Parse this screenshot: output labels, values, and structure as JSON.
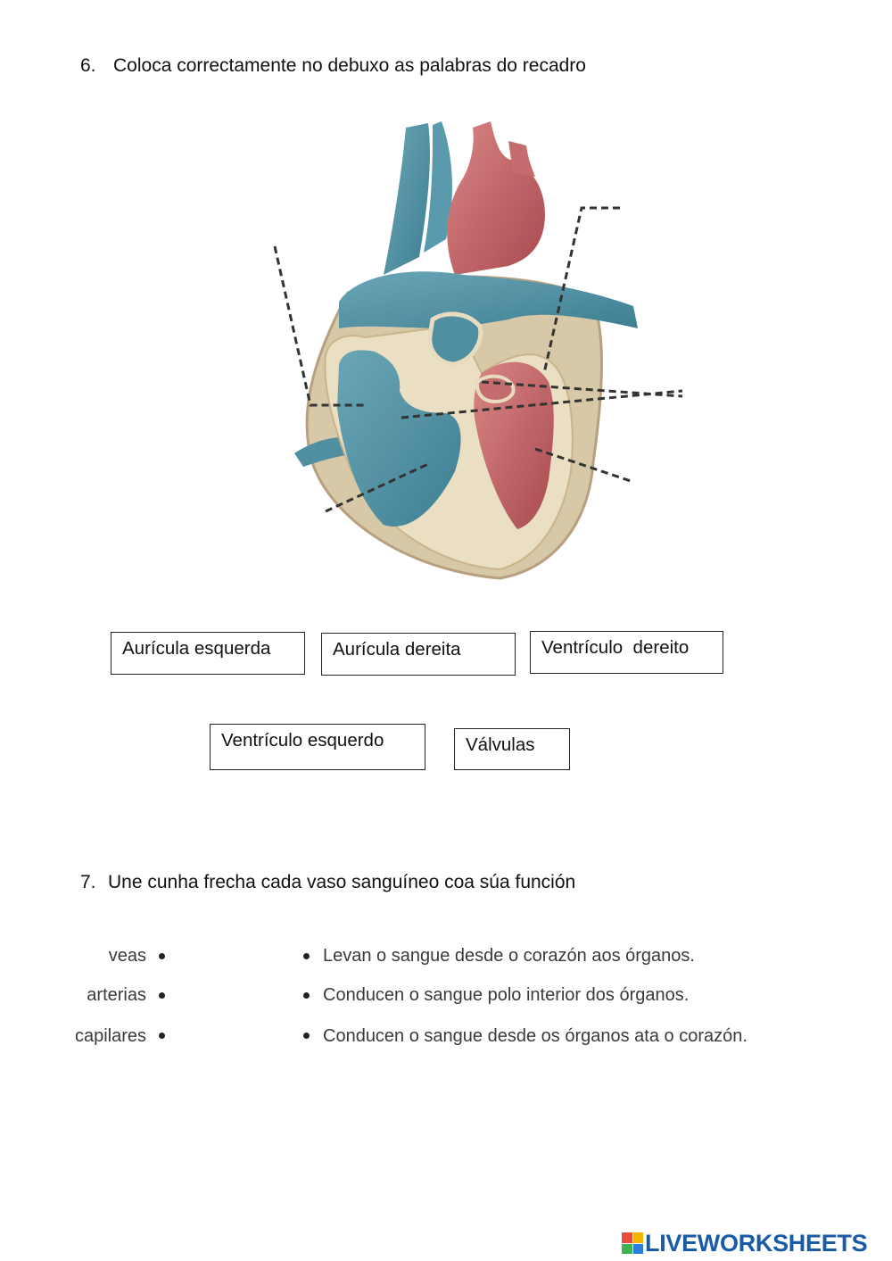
{
  "question6": {
    "number": "6.",
    "instruction": "Coloca correctamente no debuxo as palabras do recadro"
  },
  "heart_labels": [
    "Aurícula esquerda",
    "Aurícula dereita",
    "Ventrículo  dereito",
    "Ventrículo esquerdo",
    "Válvulas"
  ],
  "question7": {
    "number": "7.",
    "instruction": "Une cunha frecha cada vaso sanguíneo coa súa función"
  },
  "vessels": [
    "veas",
    "arterias",
    "capilares"
  ],
  "functions": [
    "Levan o sangue desde o corazón aos órganos.",
    "Conducen o sangue polo interior dos órganos.",
    "Conducen o sangue desde os órganos ata o corazón."
  ],
  "footer": {
    "logo_text": "LIVEWORKSHEETS",
    "brand_color": "#1a5ba8"
  },
  "colors": {
    "vein_blue": "#4f8fa1",
    "artery_red": "#c9686a",
    "wall_beige": "#e8dcc0"
  }
}
